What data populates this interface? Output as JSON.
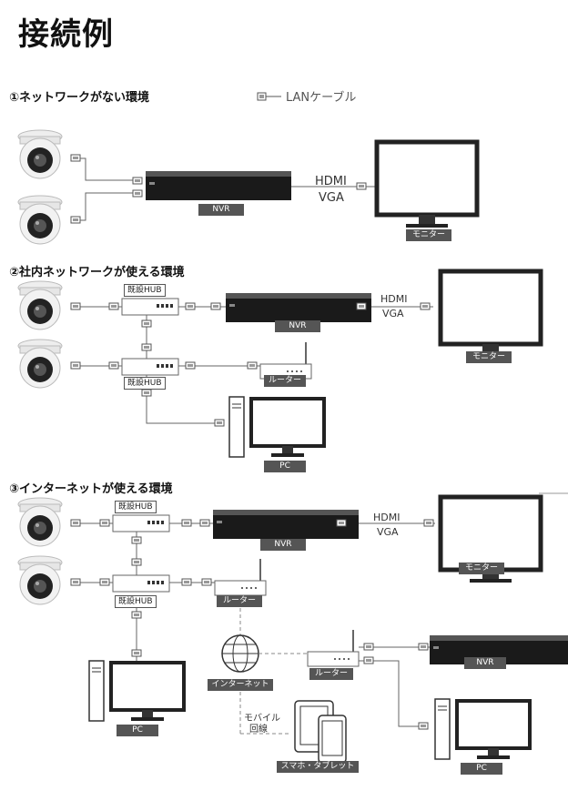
{
  "title": "接続例",
  "legend": {
    "cable": "LANケーブル"
  },
  "sections": [
    {
      "title": "①ネットワークがない環境",
      "nvr": "NVR",
      "monitor": "モニター",
      "hdmi": "HDMI",
      "vga": "VGA"
    },
    {
      "title": "②社内ネットワークが使える環境",
      "hub1": "既設HUB",
      "hub2": "既設HUB",
      "nvr": "NVR",
      "monitor": "モニター",
      "router": "ルーター",
      "pc": "PC",
      "hdmi": "HDMI",
      "vga": "VGA"
    },
    {
      "title": "③インターネットが使える環境",
      "hub1": "既設HUB",
      "hub2": "既設HUB",
      "nvr": "NVR",
      "monitor": "モニター",
      "router": "ルーター",
      "pc": "PC",
      "internet": "インターネット",
      "router2": "ルーター",
      "nvr2": "NVR",
      "mobile1": "モバイル",
      "mobile2": "回線",
      "tablet": "スマホ・タブレット",
      "pc2": "PC",
      "hdmi": "HDMI",
      "vga": "VGA"
    }
  ]
}
